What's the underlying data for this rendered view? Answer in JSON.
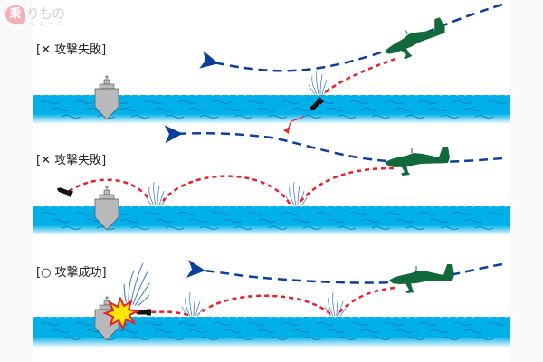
{
  "logo": {
    "badge": "乗",
    "main": "りもの",
    "sub": "ニュース"
  },
  "panels": [
    {
      "label": "[✕ 攻撃失敗]",
      "result": "failure",
      "description": "Torpedo dropped at steep angle dives too deep and sinks"
    },
    {
      "label": "[✕ 攻撃失敗]",
      "result": "failure",
      "description": "Bomb skips too far and overshoots the ship"
    },
    {
      "label": "[○ 攻撃成功]",
      "result": "success",
      "description": "Bomb skips across water and hits the ship's side"
    }
  ],
  "colors": {
    "sea": "#00b0e8",
    "aircraft": "#126a3c",
    "flight_path": "#0b3f9e",
    "bomb_path": "#e8202a",
    "ship": "#b8b9bb",
    "explosion_outer": "#e8202a",
    "explosion_inner": "#ffe600",
    "splash": "#4a7fc4"
  }
}
